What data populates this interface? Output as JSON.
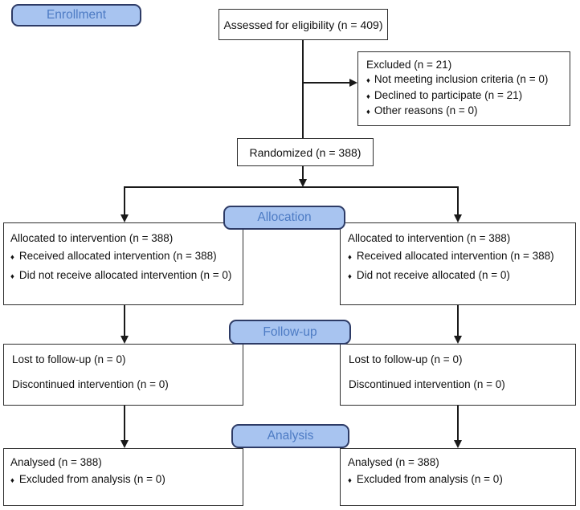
{
  "stages": {
    "enrollment": "Enrollment",
    "allocation": "Allocation",
    "followup": "Follow-up",
    "analysis": "Analysis"
  },
  "bullet_char": "♦",
  "boxes": {
    "assessed": {
      "text": "Assessed for eligibility (n = 409)"
    },
    "excluded": {
      "title": "Excluded (n = 21)",
      "items": [
        "Not meeting inclusion criteria (n = 0)",
        "Declined to participate (n = 21)",
        "Other reasons (n = 0)"
      ]
    },
    "randomized": {
      "text": "Randomized (n = 388)"
    },
    "allocation_left": {
      "title": "Allocated to intervention (n = 388)",
      "items": [
        "Received allocated intervention (n = 388)",
        "Did not receive allocated intervention (n = 0)"
      ]
    },
    "allocation_right": {
      "title": "Allocated to intervention (n = 388)",
      "items": [
        "Received allocated intervention (n = 388)",
        "Did not receive allocated (n = 0)"
      ]
    },
    "followup_left": {
      "lines": [
        "Lost to follow-up (n = 0)",
        "Discontinued intervention (n = 0)"
      ]
    },
    "followup_right": {
      "lines": [
        "Lost to follow-up (n = 0)",
        "Discontinued intervention (n = 0)"
      ]
    },
    "analysis_left": {
      "title": "Analysed (n = 388)",
      "items": [
        "Excluded from analysis (n = 0)"
      ]
    },
    "analysis_right": {
      "title": "Analysed (n = 388)",
      "items": [
        "Excluded from analysis (n = 0)"
      ]
    }
  },
  "colors": {
    "label-fill": "#a8c4f0",
    "label-border": "#2d3b66",
    "label-text": "#4d7bc4",
    "line-color": "#1a1a1a",
    "box-border": "#2e2e2e",
    "text-color": "#111111"
  }
}
